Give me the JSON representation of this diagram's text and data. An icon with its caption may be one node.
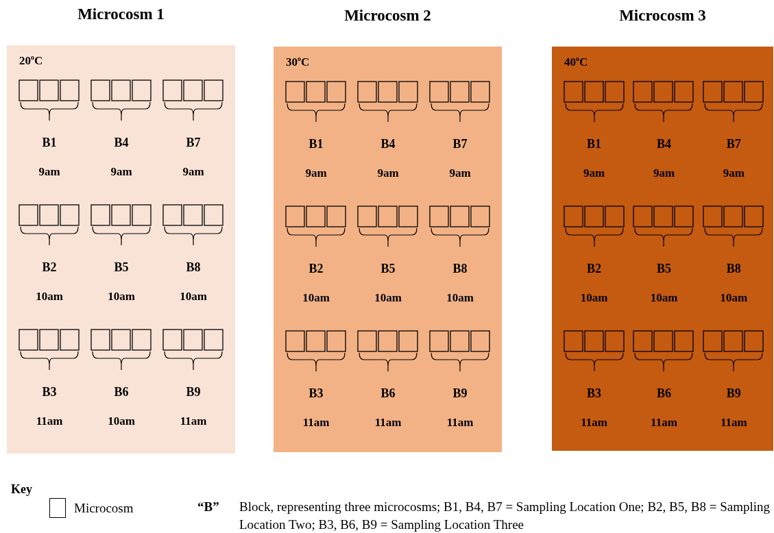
{
  "diagram": {
    "nodes": [
      {
        "text": [
          "Microcosm 1",
          "20$^{o}$C"
        ]
      },
      {
        "text": [
          "B1",
          "9am"
        ],
        "in": 0
      },
      {
        "text": [
          "B4",
          "9am"
        ],
        "in": 0
      },
      {
        "text": [
          "B7",
          "9am"
        ],
        "in": 0
      },
      {
        "text": [
          "B2",
          "10am"
        ],
        "in": 0
      },
      {
        "text": [
          "B5",
          "10am"
        ],
        "in": 0
      },
      {
        "text": [
          "B8",
          "10am"
        ],
        "in": 0
      },
      {
        "text": [
          "B3",
          "11am"
        ],
        "in": 0
      },
      {
        "text": [
          "B6",
          "10am"
        ],
        "in": 0
      },
      {
        "text": [
          "B9",
          "11am"
        ],
        "in": 0
      },
      {
        "text": [
          "Microcosm 2",
          "30$^{o}$C"
        ]
      },
      {
        "text": [
          "B1",
          "9am"
        ],
        "in": 10
      },
      {
        "text": [
          "B4",
          "9am"
        ],
        "in": 10
      },
      {
        "text": [
          "B7",
          "9am"
        ],
        "in": 10
      },
      {
        "text": [
          "B2",
          "10am"
        ],
        "in": 10
      },
      {
        "text": [
          "B5",
          "10am"
        ],
        "in": 10
      },
      {
        "text": [
          "B8",
          "10am"
        ],
        "in": 10
      },
      {
        "text": [
          "B3",
          "11am"
        ],
        "in": 10
      },
      {
        "text": [
          "B6",
          "11am"
        ],
        "in": 10
      },
      {
        "text": [
          "B9",
          "11am"
        ],
        "in": 10
      },
      {
        "text": [
          "Microcosm 3",
          "40$^{o}$C"
        ]
      },
      {
        "text": [
          "B1",
          "9am"
        ],
        "in": 20
      },
      {
        "text": [
          "B4",
          "9am"
        ],
        "in": 20
      },
      {
        "text": [
          "B7",
          "9am"
        ],
        "in": 20
      },
      {
        "text": [
          "B2",
          "10am"
        ],
        "in": 20
      },
      {
        "text": [
          "B5",
          "10am"
        ],
        "in": 20
      },
      {
        "text": [
          "B8",
          "10am"
        ],
        "in": 20
      },
      {
        "text": [
          "B3",
          "11am"
        ],
        "in": 20
      },
      {
        "text": [
          "B6",
          "11am"
        ],
        "in": 20
      },
      {
        "text": [
          "B9",
          "11am"
        ],
        "in": 20
      }
    ],
    "labels": [
      "Key",
      "“B”",
      "Block, representing three microcosms; B1, B4, B7 = Sampling Location One; B2, B5, B8 = Sampling Location Two; B3, B6, B9 = Sampling Location Three"
    ],
    "legend": [
      {
        "text": "Microcosm"
      }
    ]
  }
}
